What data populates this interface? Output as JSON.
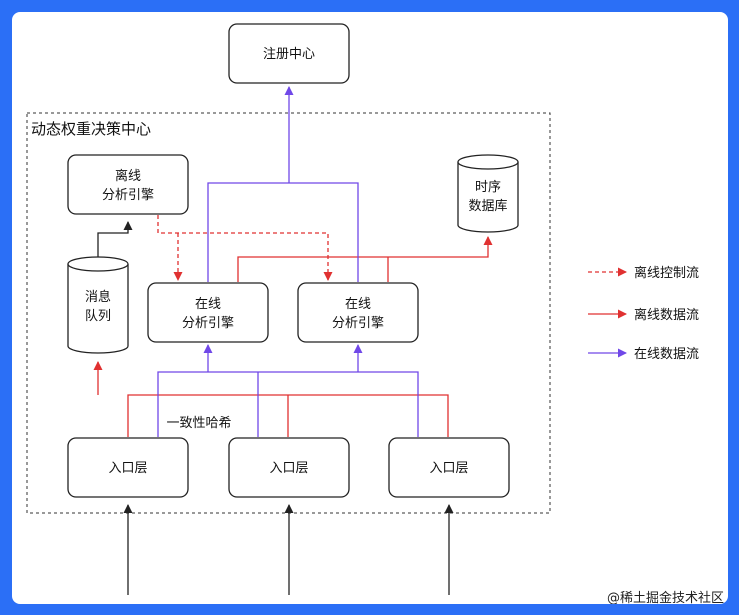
{
  "diagram": {
    "registry": "注册中心",
    "decision_center": "动态权重决策中心",
    "offline_engine": [
      "离线",
      "分析引擎"
    ],
    "timeseries_db": [
      "时序",
      "数据库"
    ],
    "message_queue": [
      "消息",
      "队列"
    ],
    "online_engine_1": [
      "在线",
      "分析引擎"
    ],
    "online_engine_2": [
      "在线",
      "分析引擎"
    ],
    "consistent_hash": "一致性哈希",
    "entry_layers": [
      "入口层",
      "入口层",
      "入口层"
    ]
  },
  "legend": {
    "offline_control": "离线控制流",
    "offline_data": "离线数据流",
    "online_data": "在线数据流"
  },
  "colors": {
    "frame": "#2b6ff6",
    "offline_control": "#e03131",
    "offline_data": "#e03131",
    "online_data": "#7048e8",
    "lines": "#222222"
  },
  "watermark": "@稀土掘金技术社区"
}
